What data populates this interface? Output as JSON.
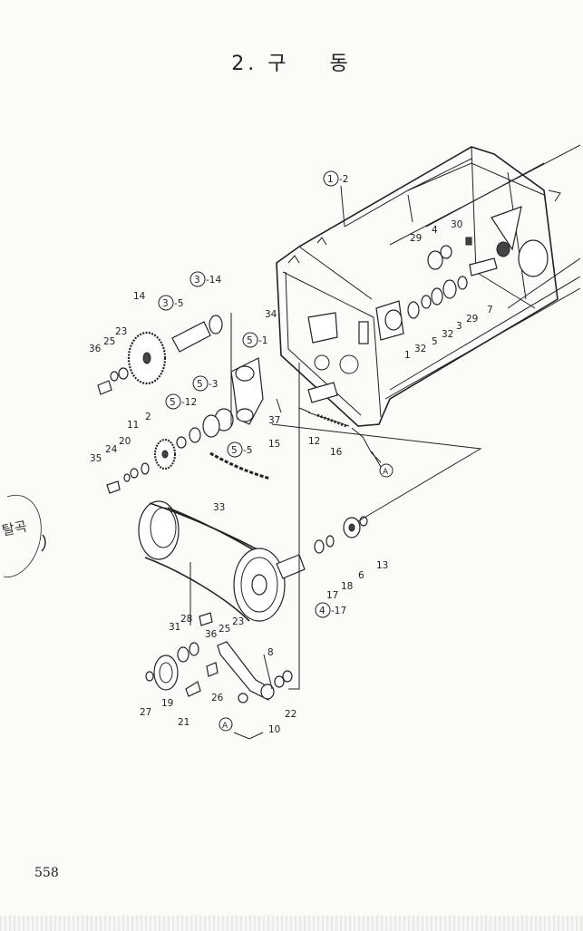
{
  "page": {
    "title": "2. 구    동",
    "page_number": "558",
    "handwritten_note": "탈곡"
  },
  "callouts": [
    {
      "id": "frame",
      "text": "1",
      "suffix": "-2",
      "circled": true
    },
    {
      "id": "c3-14",
      "text": "3",
      "suffix": "-14",
      "circled": true
    },
    {
      "id": "c3-5",
      "text": "3",
      "suffix": "-5",
      "circled": true
    },
    {
      "id": "c5-1",
      "text": "5",
      "suffix": "-1",
      "circled": true
    },
    {
      "id": "c5-3",
      "text": "5",
      "suffix": "-3",
      "circled": true
    },
    {
      "id": "c5-12",
      "text": "5",
      "suffix": "-12",
      "circled": true
    },
    {
      "id": "c5-5",
      "text": "5",
      "suffix": "-5",
      "circled": true
    },
    {
      "id": "c4-17",
      "text": "4",
      "suffix": "-17",
      "circled": true
    },
    {
      "id": "refA1",
      "text": "A",
      "suffix": "",
      "circled": true
    },
    {
      "id": "refA2",
      "text": "A",
      "suffix": "",
      "circled": true
    }
  ],
  "part_labels": [
    "14",
    "23",
    "25",
    "36",
    "34",
    "2",
    "11",
    "20",
    "24",
    "35",
    "37",
    "12",
    "16",
    "15",
    "33",
    "29",
    "4",
    "30",
    "1",
    "32",
    "5",
    "32",
    "3",
    "29",
    "7",
    "18",
    "6",
    "13",
    "17",
    "31",
    "28",
    "36",
    "25",
    "23",
    "8",
    "27",
    "19",
    "21",
    "26",
    "10",
    "22"
  ]
}
